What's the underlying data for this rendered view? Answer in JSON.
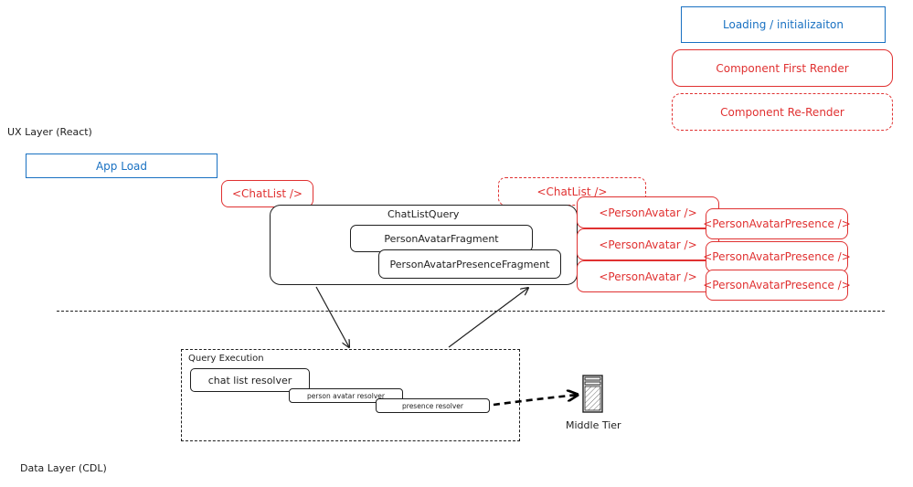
{
  "legend": {
    "loading": "Loading / initializaiton",
    "first_render": "Component First Render",
    "re_render": "Component Re-Render"
  },
  "layers": {
    "ux": "UX Layer (React)",
    "data": "Data Layer (CDL)"
  },
  "app_load": "App Load",
  "chatlist_first": "<ChatList />",
  "chatlist_rerender": "<ChatList />",
  "query": {
    "title": "ChatListQuery",
    "fragment_avatar": "PersonAvatarFragment",
    "fragment_presence": "PersonAvatarPresenceFragment"
  },
  "person_avatar": [
    "<PersonAvatar />",
    "<PersonAvatar />",
    "<PersonAvatar />"
  ],
  "person_avatar_presence": [
    "<PersonAvatarPresence />",
    "<PersonAvatarPresence />",
    "<PersonAvatarPresence />"
  ],
  "execution": {
    "title": "Query Execution",
    "chat_list_resolver": "chat list resolver",
    "person_avatar_resolver": "person avatar resolver",
    "presence_resolver": "presence resolver"
  },
  "middle_tier": "Middle Tier",
  "colors": {
    "red": "#e03131",
    "blue": "#1971c2",
    "black": "#1e1e1e"
  }
}
